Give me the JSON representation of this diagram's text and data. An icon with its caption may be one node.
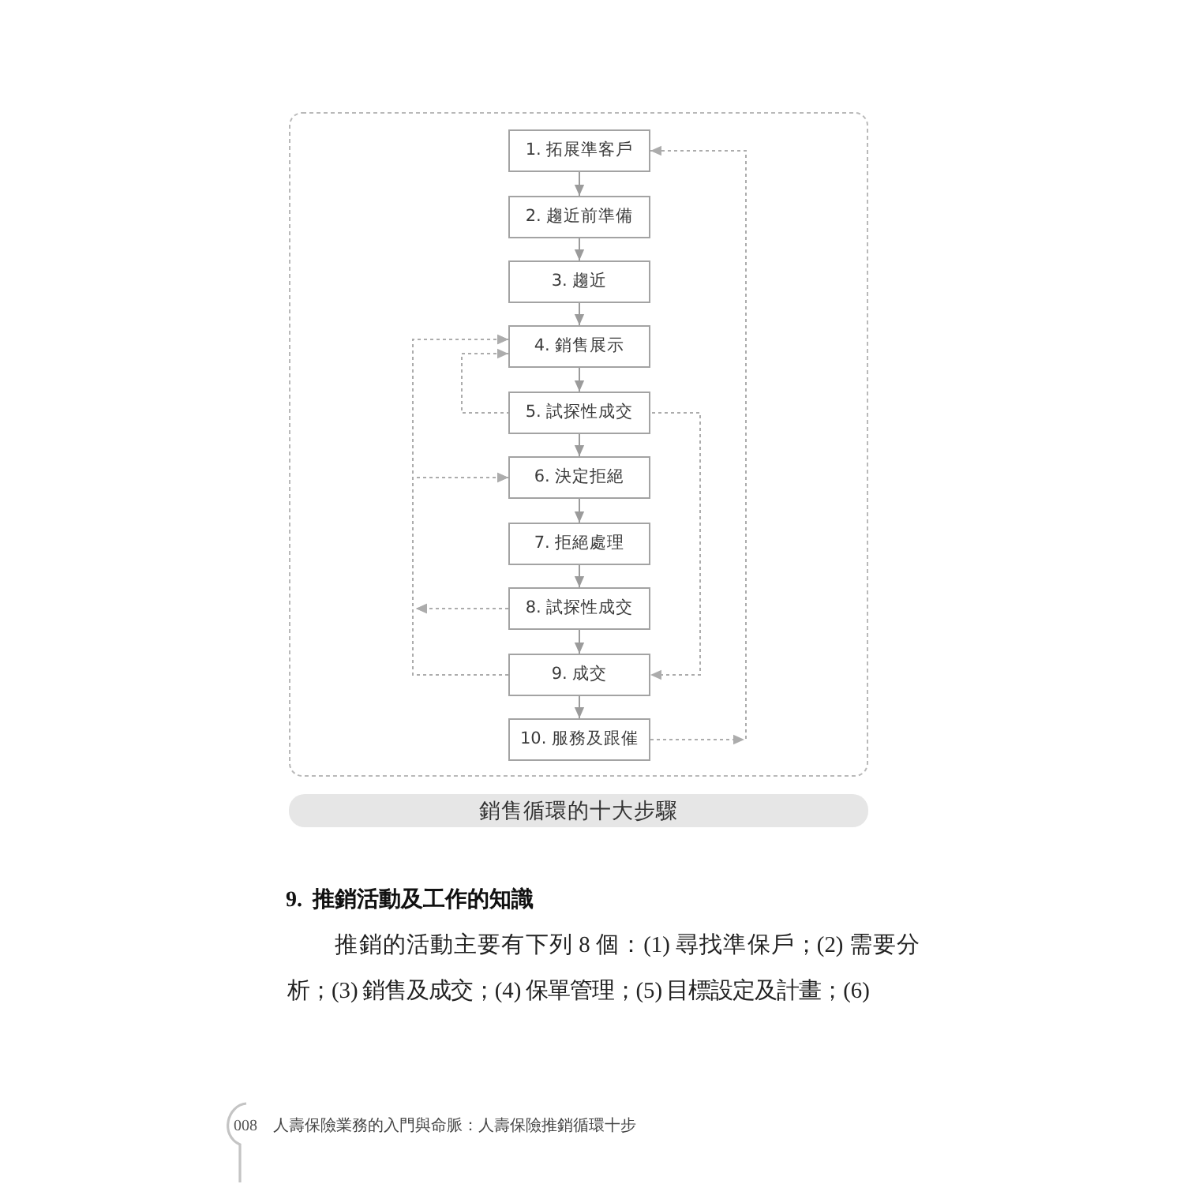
{
  "diagram": {
    "caption": "銷售循環的十大步驟",
    "nodes": [
      {
        "text": [
          "1. 拓展準客戶"
        ]
      },
      {
        "text": [
          "2. 趨近前準備"
        ]
      },
      {
        "text": [
          "3. 趨近"
        ]
      },
      {
        "text": [
          "4. 銷售展示"
        ]
      },
      {
        "text": [
          "5. 試探性成交"
        ]
      },
      {
        "text": [
          "6. 決定拒絕"
        ]
      },
      {
        "text": [
          "7. 拒絕處理"
        ]
      },
      {
        "text": [
          "8. 試探性成交"
        ]
      },
      {
        "text": [
          "9. 成交"
        ]
      },
      {
        "text": [
          "10. 服務及跟催"
        ]
      }
    ],
    "edges": [
      {
        "from": 0,
        "to": 1,
        "arrow": "to"
      },
      {
        "from": 1,
        "to": 2,
        "arrow": "to"
      },
      {
        "from": 2,
        "to": 3,
        "arrow": "to"
      },
      {
        "from": 3,
        "to": 4,
        "arrow": "to"
      },
      {
        "from": 4,
        "to": 5,
        "arrow": "to"
      },
      {
        "from": 5,
        "to": 6,
        "arrow": "to"
      },
      {
        "from": 6,
        "to": 7,
        "arrow": "to"
      },
      {
        "from": 7,
        "to": 8,
        "arrow": "to"
      },
      {
        "from": 8,
        "to": 9,
        "arrow": "to"
      },
      {
        "from": 9,
        "to": 0,
        "arrow": "to",
        "style": "dashed"
      },
      {
        "from": 4,
        "to": 8,
        "arrow": "to",
        "style": "dashed"
      },
      {
        "from": 4,
        "to": 3,
        "arrow": "to",
        "style": "dashed"
      },
      {
        "from": 7,
        "to": 3,
        "arrow": "to",
        "style": "dashed"
      },
      {
        "from": 7,
        "to": 5,
        "arrow": "to",
        "style": "dashed"
      },
      {
        "from": 8,
        "to": 3,
        "arrow": "to",
        "style": "dashed"
      },
      {
        "from": 8,
        "to": 5,
        "arrow": "to",
        "style": "dashed"
      }
    ],
    "labels": [
      "9. 推銷活動及工作的知識",
      "推銷的活動主要有下列 8 個：(1) 尋找準保戶；(2) 需要分析；(3) 銷售及成交；(4) 保單管理；(5) 目標設定及計畫；(6)",
      "008",
      "人壽保險業務的入門與命脈：人壽保險推銷循環十步"
    ]
  }
}
